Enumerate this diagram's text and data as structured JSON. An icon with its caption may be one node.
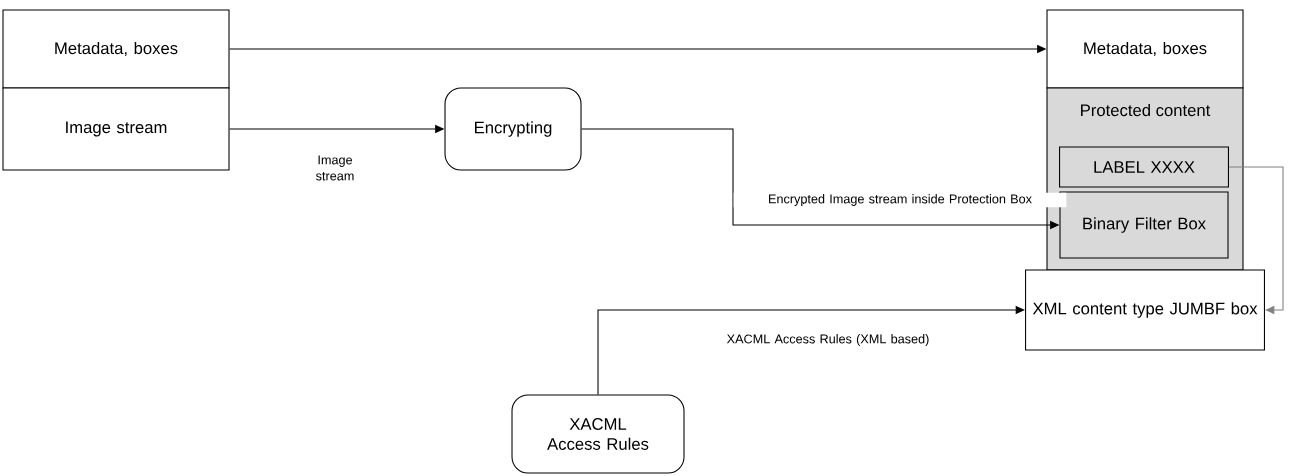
{
  "diagram": {
    "nodes": [
      {
        "text": [
          "Metadata, boxes"
        ]
      },
      {
        "text": [
          "Image stream"
        ]
      },
      {
        "text": [
          "Encrypting"
        ]
      },
      {
        "text": [
          "Metadata, boxes"
        ]
      },
      {
        "text": [
          "Protected content"
        ]
      },
      {
        "text": [
          "LABEL XXXX"
        ],
        "in": 4
      },
      {
        "text": [
          "Binary Filter Box"
        ],
        "in": 4
      },
      {
        "text": [
          "XML content type JUMBF box"
        ]
      },
      {
        "text": [
          "XACML Access Rules"
        ]
      }
    ],
    "edges": [
      {
        "from": 0,
        "to": 3,
        "arrow": "to"
      },
      {
        "from": 1,
        "to": 2,
        "arrow": "to",
        "label": "Image stream"
      },
      {
        "from": 2,
        "to": 6,
        "arrow": "to",
        "label": "Encrypted Image stream inside Protection Box"
      },
      {
        "from": 5,
        "to": 7,
        "arrow": "to",
        "color": "#808080"
      },
      {
        "from": 8,
        "to": 7,
        "arrow": "to",
        "label": "XACML Access Rules (XML based)"
      }
    ]
  }
}
